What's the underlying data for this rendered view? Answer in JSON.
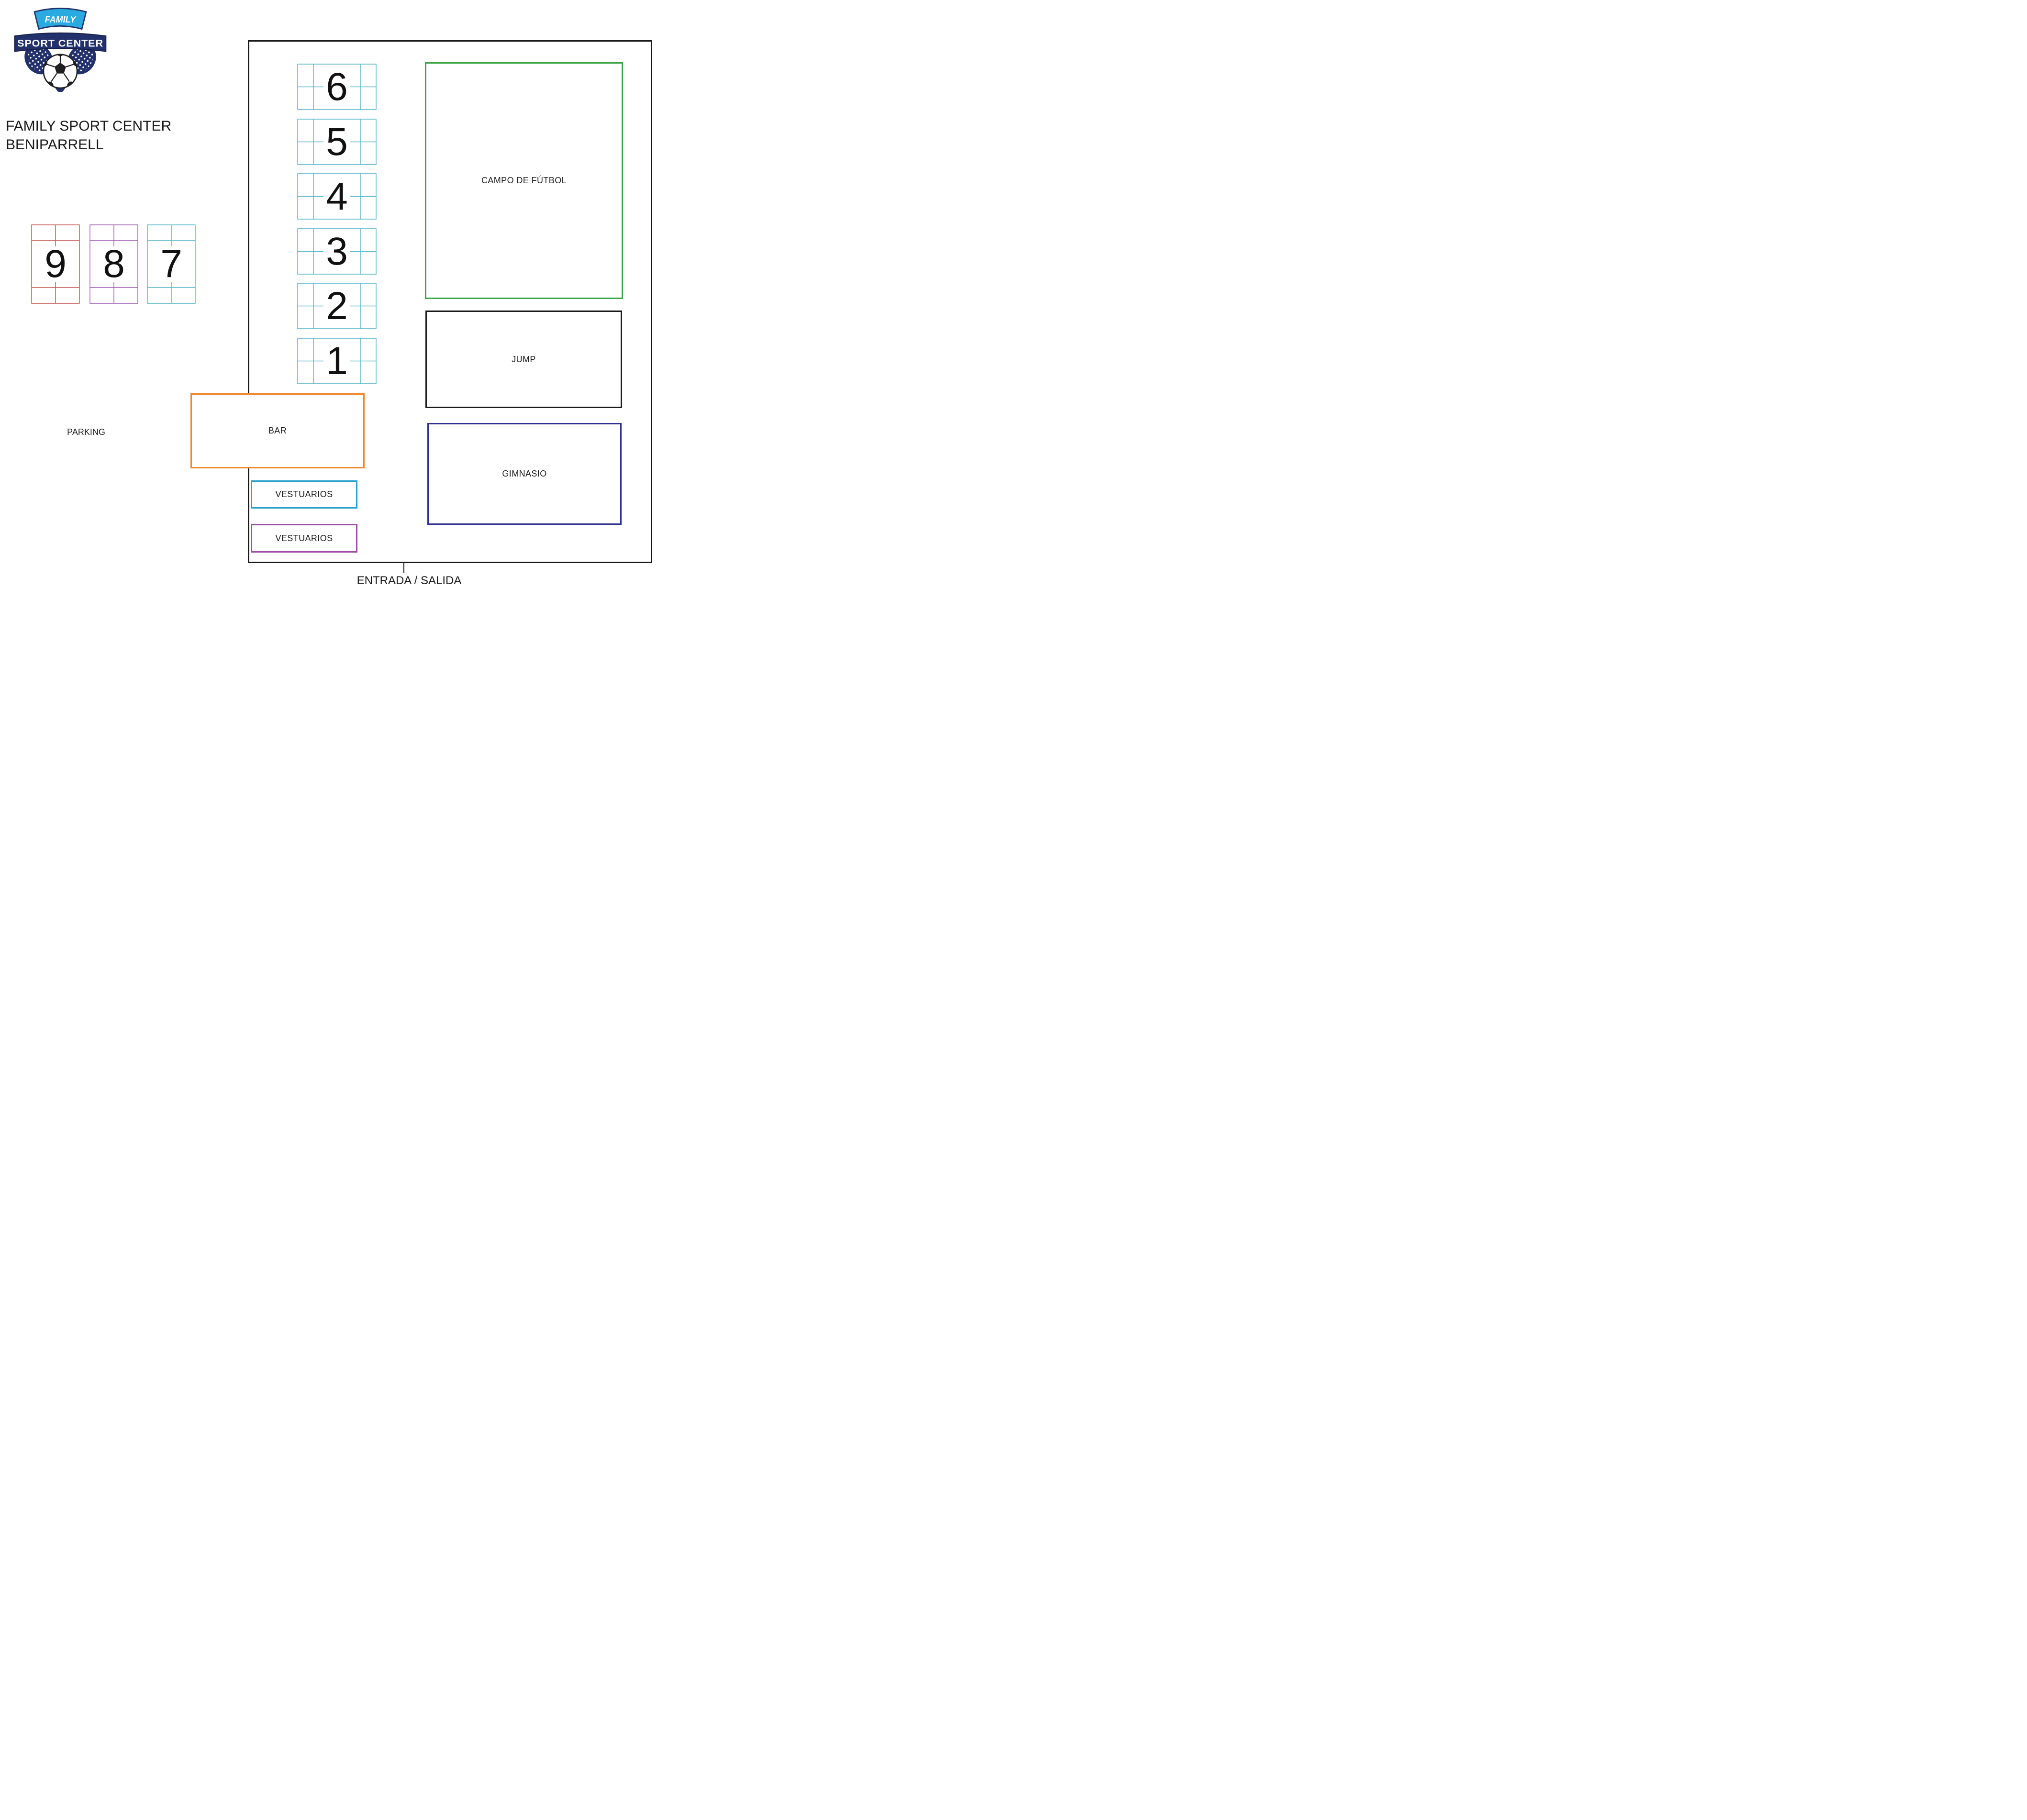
{
  "logo": {
    "banner_top": "FAMILY",
    "banner_main": "SPORT CENTER",
    "colors": {
      "navy": "#22306b",
      "light_blue": "#29abe2"
    }
  },
  "header": {
    "title_line1": "FAMILY SPORT CENTER",
    "title_line2": "BENIPARRELL"
  },
  "outdoor": {
    "parking_label": "PARKING",
    "courts": [
      {
        "number": "9",
        "color": "#c0504d"
      },
      {
        "number": "8",
        "color": "#9c59ad"
      },
      {
        "number": "7",
        "color": "#4fb4c5"
      }
    ]
  },
  "facility": {
    "entrance_label": "ENTRADA / SALIDA",
    "outline_color": "#1a1a1a",
    "courts": [
      {
        "number": "6",
        "color": "#4fb4c5"
      },
      {
        "number": "5",
        "color": "#4fb4c5"
      },
      {
        "number": "4",
        "color": "#4fb4c5"
      },
      {
        "number": "3",
        "color": "#4fb4c5"
      },
      {
        "number": "2",
        "color": "#4fb4c5"
      },
      {
        "number": "1",
        "color": "#4fb4c5"
      }
    ],
    "zones": {
      "futbol": {
        "label": "CAMPO DE FÚTBOL",
        "color": "#3aa544"
      },
      "jump": {
        "label": "JUMP",
        "color": "#1a1a1a"
      },
      "gimnasio": {
        "label": "GIMNASIO",
        "color": "#2e3192"
      },
      "bar": {
        "label": "BAR",
        "color": "#f0862a"
      },
      "vestuarios_1": {
        "label": "VESTUARIOS",
        "color": "#2b9fc9"
      },
      "vestuarios_2": {
        "label": "VESTUARIOS",
        "color": "#9c4fa5"
      }
    }
  }
}
